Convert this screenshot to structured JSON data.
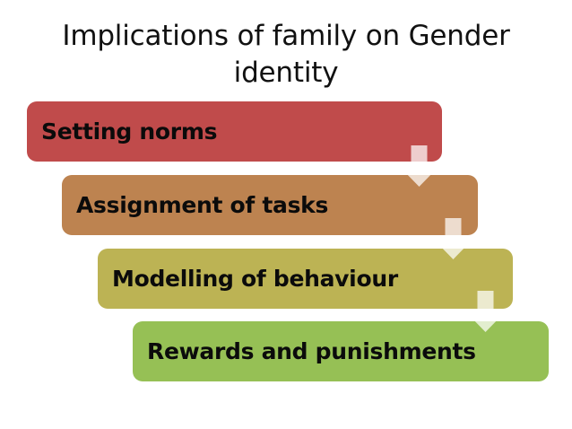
{
  "slide": {
    "title": "Implications of family on Gender identity",
    "background_color": "#FFFFFF",
    "title_color": "#111111"
  },
  "diagram": {
    "type": "stepped-process",
    "orientation": "vertical-descending",
    "label_color": "#0B0B0B",
    "arrow_color": "rgba(255,255,255,0.72)",
    "steps": [
      {
        "index": 1,
        "label": "Setting norms",
        "color": "#C04B4B"
      },
      {
        "index": 2,
        "label": "Assignment of tasks",
        "color": "#BD8350"
      },
      {
        "index": 3,
        "label": "Modelling of behaviour",
        "color": "#BCB354"
      },
      {
        "index": 4,
        "label": "Rewards and punishments",
        "color": "#96C055"
      }
    ],
    "connectors": [
      {
        "from": 1,
        "to": 2,
        "icon": "down-arrow-icon"
      },
      {
        "from": 2,
        "to": 3,
        "icon": "down-arrow-icon"
      },
      {
        "from": 3,
        "to": 4,
        "icon": "down-arrow-icon"
      }
    ]
  }
}
